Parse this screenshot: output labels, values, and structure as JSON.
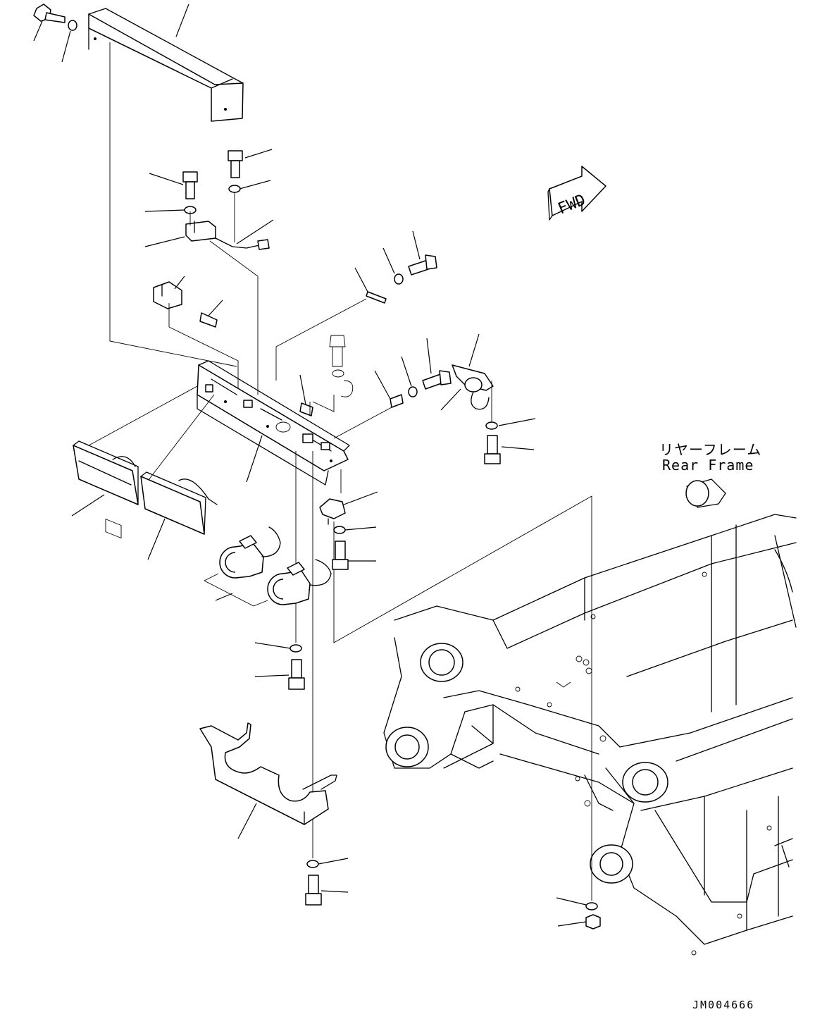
{
  "diagram": {
    "frame_label_ja": "リヤーフレーム",
    "frame_label_en": "Rear Frame",
    "direction_arrow_text": "FWD",
    "drawing_code": "JM004666"
  },
  "icons": {
    "direction": "fwd-arrow-icon"
  }
}
